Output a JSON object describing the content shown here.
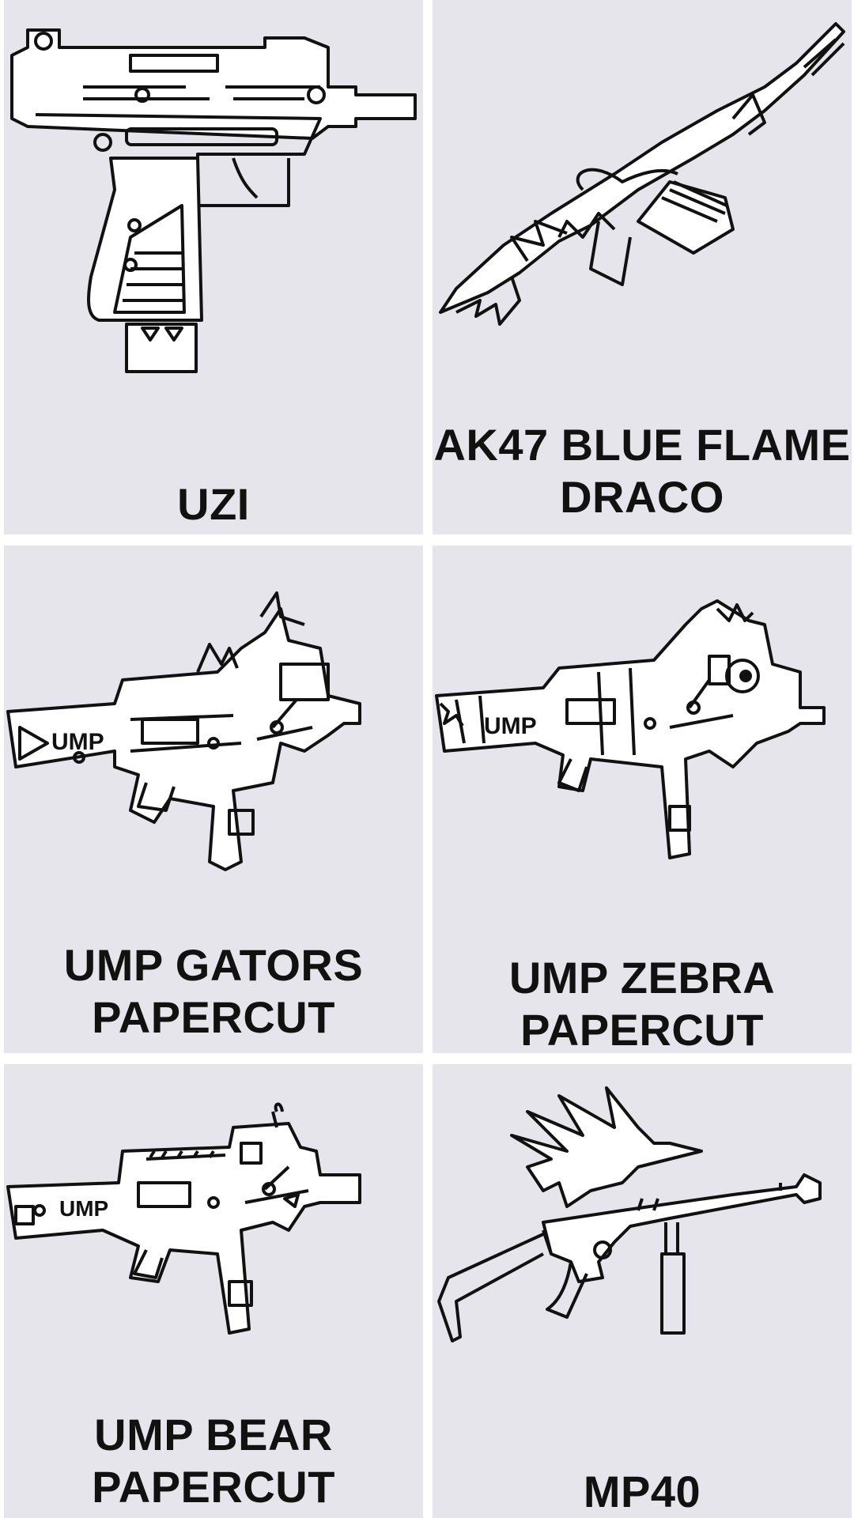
{
  "weapons": [
    {
      "name": "UZI",
      "line1": "UZI",
      "line2": "",
      "icon": "uzi-drawing"
    },
    {
      "name": "AK47 BLUE FLAME DRACO",
      "line1": "AK47 BLUE FLAME",
      "line2": "DRACO",
      "icon": "ak47-drawing"
    },
    {
      "name": "UMP GATORS PAPERCUT",
      "line1": "UMP GATORS",
      "line2": "PAPERCUT",
      "icon": "ump-gators-drawing"
    },
    {
      "name": "UMP ZEBRA PAPERCUT",
      "line1": "UMP ZEBRA",
      "line2": "PAPERCUT",
      "icon": "ump-zebra-drawing"
    },
    {
      "name": "UMP BEAR PAPERCUT",
      "line1": "UMP BEAR",
      "line2": "PAPERCUT",
      "icon": "ump-bear-drawing"
    },
    {
      "name": "MP40",
      "line1": "MP40",
      "line2": "",
      "icon": "mp40-drawing"
    }
  ],
  "ump_marking": "UMP",
  "colors": {
    "card_bg": "#e5e5eb",
    "divider": "#ffffff",
    "ink": "#111111"
  }
}
